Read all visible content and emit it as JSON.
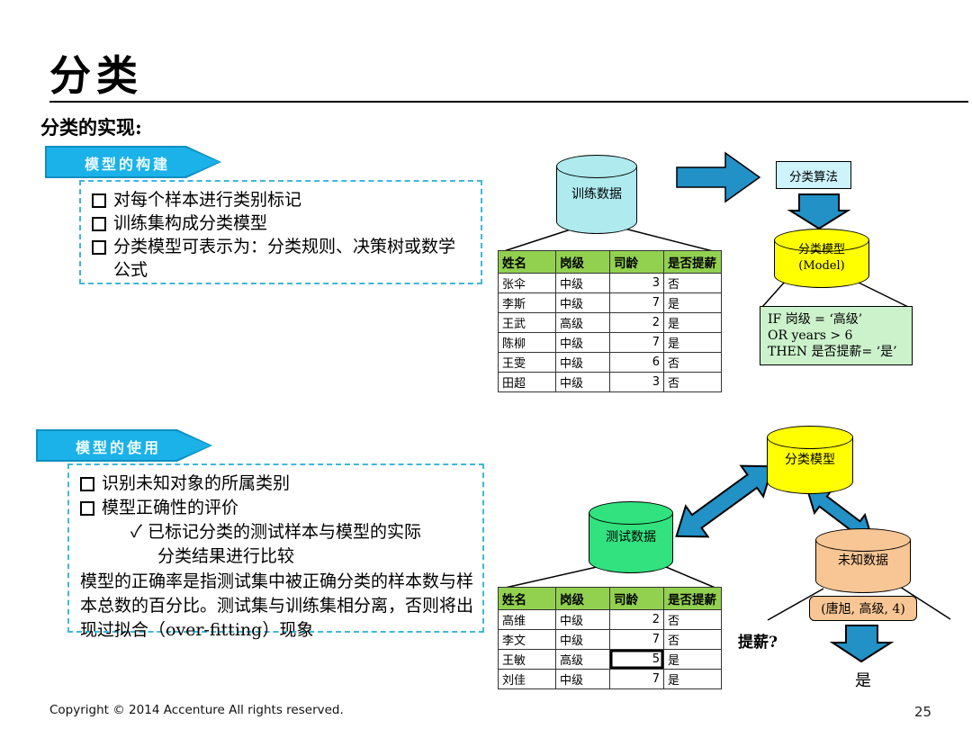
{
  "slide": {
    "title": "分类",
    "subtitle": "分类的实现:",
    "footer": "Copyright © 2014  Accenture  All rights reserved.",
    "page_number": "25"
  },
  "section_build": {
    "banner": "模型的构建",
    "bullets": [
      "对每个样本进行类别标记",
      "训练集构成分类模型",
      "分类模型可表示为：分类规则、决策树或数学公式"
    ]
  },
  "section_use": {
    "banner": "模型的使用",
    "bullets": [
      "识别未知对象的所属类别",
      "模型正确性的评价"
    ],
    "sub_bullet_lines": [
      "✓ 已标记分类的测试样本与模型的实际",
      "分类结果进行比较"
    ],
    "paragraph": "模型的正确率是指测试集中被正确分类的样本数与样本总数的百分比。测试集与训练集相分离，否则将出现过拟合（over-fitting）现象"
  },
  "diagram_build": {
    "train_cylinder": "训练数据",
    "algo_box": "分类算法",
    "model_cylinder_line1": "分类模型",
    "model_cylinder_line2": "(Model)",
    "rule_lines": [
      "IF 岗级 = ‘高级’",
      "OR years > 6",
      "THEN 是否提薪= ‘是’"
    ]
  },
  "table_train": {
    "headers": [
      "姓名",
      "岗级",
      "司龄",
      "是否提薪"
    ],
    "rows": [
      [
        "张伞",
        "中级",
        "3",
        "否"
      ],
      [
        "李斯",
        "中级",
        "7",
        "是"
      ],
      [
        "王武",
        "高级",
        "2",
        "是"
      ],
      [
        "陈柳",
        "中级",
        "7",
        "是"
      ],
      [
        "王雯",
        "中级",
        "6",
        "否"
      ],
      [
        "田超",
        "中级",
        "3",
        "否"
      ]
    ]
  },
  "diagram_use": {
    "model_cylinder": "分类模型",
    "test_cylinder": "测试数据",
    "unknown_cylinder": "未知数据",
    "sample_box": "(唐旭, 高级, 4)",
    "question": "提薪?",
    "answer": "是"
  },
  "table_test": {
    "headers": [
      "姓名",
      "岗级",
      "司龄",
      "是否提薪"
    ],
    "rows": [
      [
        "高维",
        "中级",
        "2",
        "否"
      ],
      [
        "李文",
        "中级",
        "7",
        "否"
      ],
      [
        "王敏",
        "高级",
        "5",
        "是"
      ],
      [
        "刘佳",
        "中级",
        "7",
        "是"
      ]
    ]
  },
  "colors": {
    "banner_cyan": "#1ab2e8",
    "dashed_border": "#3eb7d9",
    "arrow_teal": "#2191c6",
    "train_cylinder": "#aeeaee",
    "model_yellow": "#ffff00",
    "test_green": "#31e27f",
    "unknown_orange": "#f8c694",
    "rule_green": "#ccf2cc",
    "algo_cyan": "#cdf3fb",
    "table_header_green": "#92d050"
  }
}
